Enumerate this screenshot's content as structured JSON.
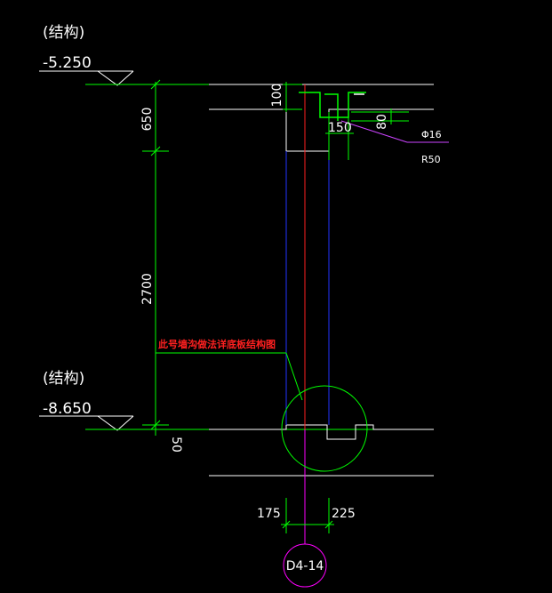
{
  "labels": {
    "struct_top": "(结构)",
    "elev_top": "-5.250",
    "struct_bottom": "(结构)",
    "elev_bottom": "-8.650",
    "note": "此号墙沟做法详底板结构图",
    "rebar_dia": "Φ16",
    "bend_radius": "R50",
    "tag": "D4-14"
  },
  "dimensions": {
    "d650": "650",
    "d2700": "2700",
    "d50": "50",
    "d100": "100",
    "d150": "150",
    "d80": "80",
    "d175": "175",
    "d225": "225"
  },
  "colors": {
    "background": "#000000",
    "geometry": "#ffffff",
    "dimension": "#00ff00",
    "hidden": "#2233ff",
    "centerline": "#ff2020",
    "tag": "#ff00ff",
    "leader": "#cc44ff"
  },
  "icons": [
    "elevation-marker-icon",
    "detail-circle-icon",
    "section-tag-icon"
  ]
}
